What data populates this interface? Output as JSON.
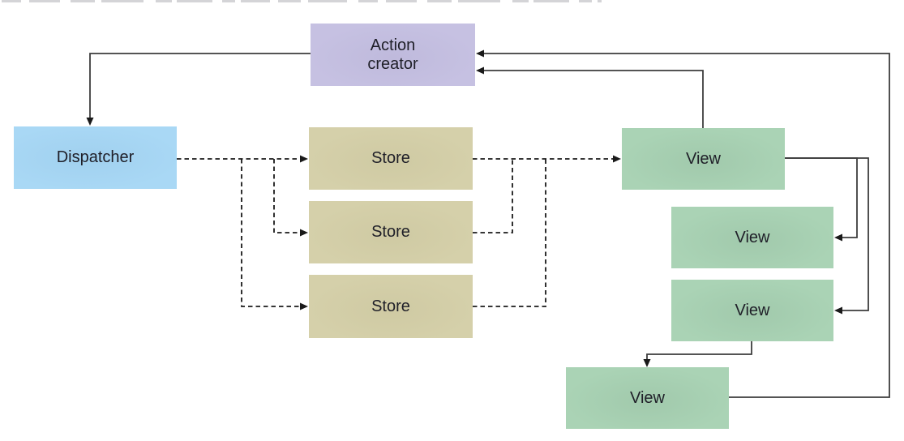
{
  "colors": {
    "canvas_bg": "#ffffff",
    "action_creator_fill": "#c6c1e2",
    "dispatcher_fill": "#a9d8f5",
    "store_fill": "#d5d0aa",
    "view_fill": "#aad3b5",
    "solid_line": "#3d3d3d",
    "dashed_line": "#1a1a1a",
    "label_text": "#1f1f28"
  },
  "diagram": {
    "type": "flowchart",
    "nodes": {
      "action_creator": {
        "label": "Action creator"
      },
      "dispatcher": {
        "label": "Dispatcher"
      },
      "store_1": {
        "label": "Store"
      },
      "store_2": {
        "label": "Store"
      },
      "store_3": {
        "label": "Store"
      },
      "view_1": {
        "label": "View"
      },
      "view_2": {
        "label": "View"
      },
      "view_3": {
        "label": "View"
      },
      "view_4": {
        "label": "View"
      }
    },
    "edges": [
      {
        "from": "action_creator",
        "to": "dispatcher",
        "style": "solid"
      },
      {
        "from": "dispatcher",
        "to": "store_1",
        "style": "dashed"
      },
      {
        "from": "dispatcher",
        "to": "store_2",
        "style": "dashed"
      },
      {
        "from": "dispatcher",
        "to": "store_3",
        "style": "dashed"
      },
      {
        "from": "store_1",
        "to": "view_1",
        "style": "dashed"
      },
      {
        "from": "store_2",
        "to": "view_1",
        "style": "dashed"
      },
      {
        "from": "store_3",
        "to": "view_1",
        "style": "dashed"
      },
      {
        "from": "view_1",
        "to": "action_creator",
        "style": "solid"
      },
      {
        "from": "view_1",
        "to": "view_2",
        "style": "solid"
      },
      {
        "from": "view_1",
        "to": "view_3",
        "style": "solid"
      },
      {
        "from": "view_3",
        "to": "view_4",
        "style": "solid"
      },
      {
        "from": "view_4",
        "to": "action_creator",
        "style": "solid"
      }
    ]
  }
}
